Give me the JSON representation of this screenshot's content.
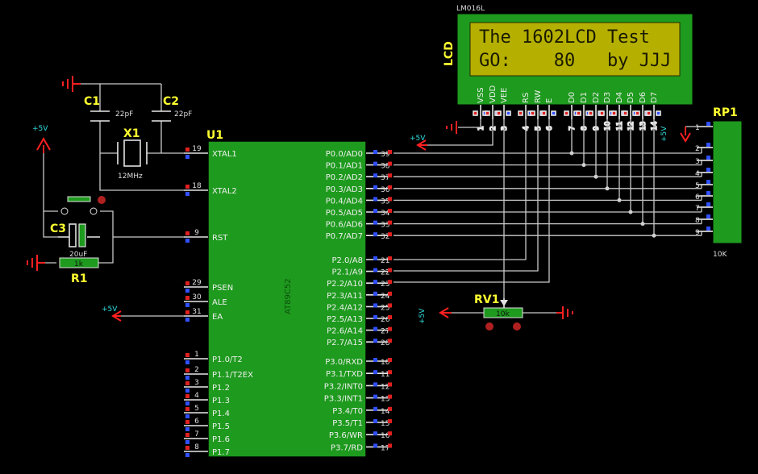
{
  "components": {
    "lcd": {
      "ref": "LCD",
      "model": "LM016L",
      "line1": "The 1602LCD Test",
      "line2": "GO:    80   by JJJ",
      "pins": [
        "VSS",
        "VDD",
        "VEE",
        "RS",
        "RW",
        "E",
        "D0",
        "D1",
        "D2",
        "D3",
        "D4",
        "D5",
        "D6",
        "D7"
      ],
      "pin_numbers": [
        "1",
        "2",
        "3",
        "4",
        "5",
        "6",
        "7",
        "8",
        "9",
        "10",
        "11",
        "12",
        "13",
        "14"
      ]
    },
    "mcu": {
      "ref": "U1",
      "model": "AT89C52",
      "left_pins": [
        {
          "num": "19",
          "label": "XTAL1"
        },
        {
          "num": "18",
          "label": "XTAL2"
        },
        {
          "num": "9",
          "label": "RST"
        },
        {
          "num": "29",
          "label": "PSEN"
        },
        {
          "num": "30",
          "label": "ALE"
        },
        {
          "num": "31",
          "label": "EA"
        },
        {
          "num": "1",
          "label": "P1.0/T2"
        },
        {
          "num": "2",
          "label": "P1.1/T2EX"
        },
        {
          "num": "3",
          "label": "P1.2"
        },
        {
          "num": "4",
          "label": "P1.3"
        },
        {
          "num": "5",
          "label": "P1.4"
        },
        {
          "num": "6",
          "label": "P1.5"
        },
        {
          "num": "7",
          "label": "P1.6"
        },
        {
          "num": "8",
          "label": "P1.7"
        }
      ],
      "right_pins": [
        {
          "num": "39",
          "label": "P0.0/AD0"
        },
        {
          "num": "38",
          "label": "P0.1/AD1"
        },
        {
          "num": "37",
          "label": "P0.2/AD2"
        },
        {
          "num": "36",
          "label": "P0.3/AD3"
        },
        {
          "num": "35",
          "label": "P0.4/AD4"
        },
        {
          "num": "34",
          "label": "P0.5/AD5"
        },
        {
          "num": "33",
          "label": "P0.6/AD6"
        },
        {
          "num": "32",
          "label": "P0.7/AD7"
        },
        {
          "num": "21",
          "label": "P2.0/A8"
        },
        {
          "num": "22",
          "label": "P2.1/A9"
        },
        {
          "num": "23",
          "label": "P2.2/A10"
        },
        {
          "num": "24",
          "label": "P2.3/A11"
        },
        {
          "num": "25",
          "label": "P2.4/A12"
        },
        {
          "num": "26",
          "label": "P2.5/A13"
        },
        {
          "num": "27",
          "label": "P2.6/A14"
        },
        {
          "num": "28",
          "label": "P2.7/A15"
        },
        {
          "num": "10",
          "label": "P3.0/RXD"
        },
        {
          "num": "11",
          "label": "P3.1/TXD"
        },
        {
          "num": "12",
          "label": "P3.2/INT0"
        },
        {
          "num": "13",
          "label": "P3.3/INT1"
        },
        {
          "num": "14",
          "label": "P3.4/T0"
        },
        {
          "num": "15",
          "label": "P3.5/T1"
        },
        {
          "num": "16",
          "label": "P3.6/WR"
        },
        {
          "num": "17",
          "label": "P3.7/RD"
        }
      ]
    },
    "rp1": {
      "ref": "RP1",
      "value": "10K",
      "pins": [
        "1",
        "2",
        "3",
        "4",
        "5",
        "6",
        "7",
        "8",
        "9"
      ]
    },
    "c1": {
      "ref": "C1",
      "value": "22pF"
    },
    "c2": {
      "ref": "C2",
      "value": "22pF"
    },
    "c3": {
      "ref": "C3",
      "value": "20uF"
    },
    "x1": {
      "ref": "X1",
      "value": "12MHz"
    },
    "r1": {
      "ref": "R1",
      "value": "1k"
    },
    "rv1": {
      "ref": "RV1",
      "value": "10k"
    }
  },
  "power_labels": {
    "vcc": "+5V"
  },
  "colors": {
    "chip": "#1e9a1e",
    "lcd_screen": "#b5b000",
    "ref_text": "#ffff30",
    "ground": "#ff2020",
    "power_text": "#30e0e0"
  }
}
